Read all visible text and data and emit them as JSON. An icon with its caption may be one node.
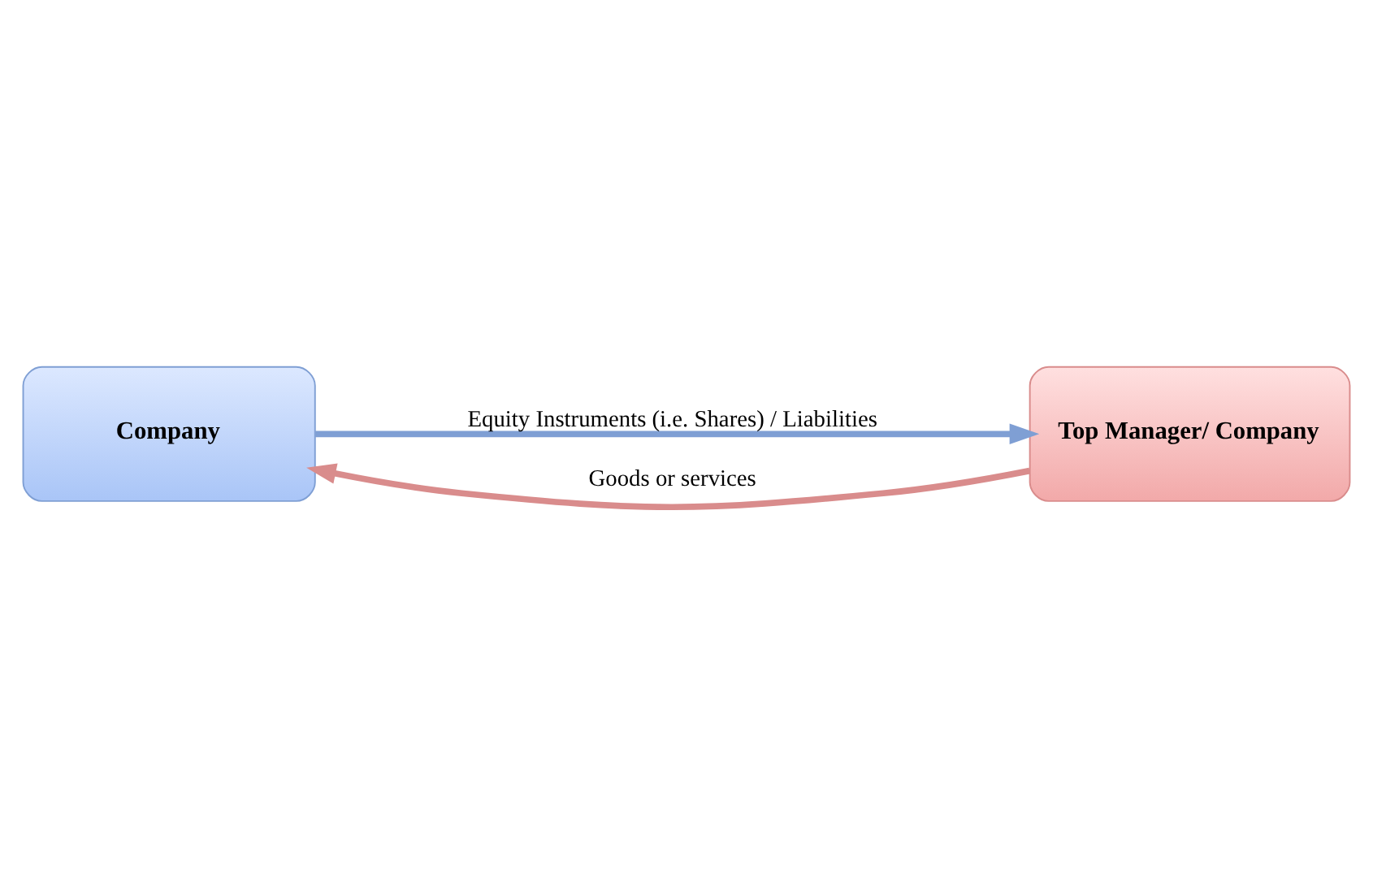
{
  "diagram": {
    "nodes": [
      {
        "text": [
          "Company"
        ]
      },
      {
        "text": [
          "Top Manager/ Company"
        ]
      }
    ],
    "edges": [
      {
        "from": 0,
        "to": 1,
        "arrow": "to",
        "label": "Equity Instruments (i.e. Shares) / Liabilities",
        "color": "#7f9fd4"
      },
      {
        "from": 1,
        "to": 0,
        "arrow": "to",
        "label": "Goods or services",
        "color": "#d98c8c"
      }
    ]
  }
}
